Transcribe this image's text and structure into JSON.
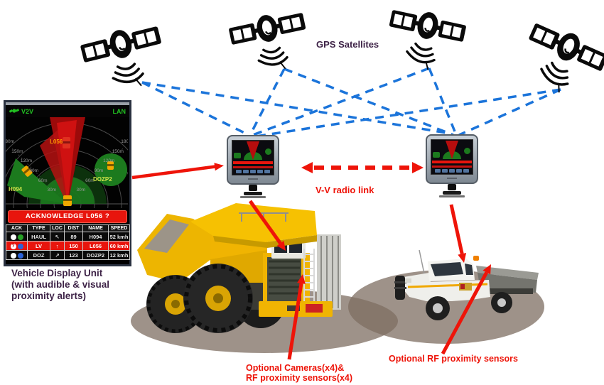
{
  "colors": {
    "gps_link_blue": "#1b74da",
    "alert_red": "#ee1409",
    "label_purple": "#3e2347",
    "truck_yellow": "#f2b802",
    "radar_green": "#1c7a1e",
    "shadow_taupe": "#80705f"
  },
  "labels": {
    "gps_satellites": "GPS Satellites",
    "vv_radio_link": "V-V radio link",
    "vdu_caption": [
      "Vehicle Display Unit",
      "(with audible & visual",
      "proximity alerts)"
    ],
    "optional_cameras": [
      "Optional Cameras(x4)&",
      "RF proximity sensors(x4)"
    ],
    "optional_rf": "Optional RF proximity sensors"
  },
  "vdu": {
    "status_left": "V2V",
    "status_right": "LAN",
    "range_labels": [
      "30m",
      "60m",
      "90m",
      "120m",
      "150m",
      "180m"
    ],
    "targets": {
      "main": "L056",
      "left": "H094",
      "right": "DOZP2"
    },
    "alert_banner": "ACKNOWLEDGE L056 ?",
    "table": {
      "headers": [
        "ACK",
        "TYPE",
        "LOC",
        "DIST",
        "NAME",
        "SPEED"
      ],
      "rows": [
        {
          "ack": {
            "dot1": "#ffffff",
            "mark": "",
            "dot2": "#27a127"
          },
          "type": "HAUL",
          "loc": "↖",
          "dist": "89",
          "name": "H094",
          "speed": "52 kmh",
          "highlight": false
        },
        {
          "ack": {
            "dot1": "#ffffff",
            "mark": "?",
            "dot2": "#2b62d8"
          },
          "type": "LV",
          "loc": "↑",
          "dist": "150",
          "name": "L056",
          "speed": "60 kmh",
          "highlight": true
        },
        {
          "ack": {
            "dot1": "#ffffff",
            "mark": "",
            "dot2": "#2b62d8"
          },
          "type": "DOZ",
          "loc": "↗",
          "dist": "123",
          "name": "DOZP2",
          "speed": "12 kmh",
          "highlight": false
        }
      ]
    }
  }
}
